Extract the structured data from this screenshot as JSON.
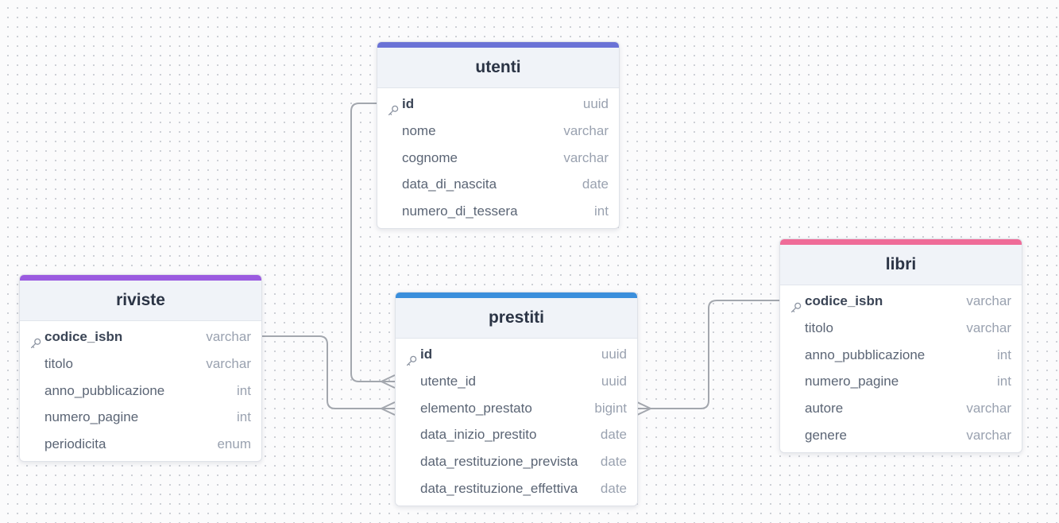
{
  "tables": {
    "utenti": {
      "name": "utenti",
      "color": "#6a72d6",
      "fields": [
        {
          "name": "id",
          "type": "uuid",
          "pk": true
        },
        {
          "name": "nome",
          "type": "varchar"
        },
        {
          "name": "cognome",
          "type": "varchar"
        },
        {
          "name": "data_di_nascita",
          "type": "date"
        },
        {
          "name": "numero_di_tessera",
          "type": "int"
        }
      ]
    },
    "riviste": {
      "name": "riviste",
      "color": "#9b5be0",
      "fields": [
        {
          "name": "codice_isbn",
          "type": "varchar",
          "pk": true
        },
        {
          "name": "titolo",
          "type": "varchar"
        },
        {
          "name": "anno_pubblicazione",
          "type": "int"
        },
        {
          "name": "numero_pagine",
          "type": "int"
        },
        {
          "name": "periodicita",
          "type": "enum"
        }
      ]
    },
    "prestiti": {
      "name": "prestiti",
      "color": "#3b8fdc",
      "fields": [
        {
          "name": "id",
          "type": "uuid",
          "pk": true
        },
        {
          "name": "utente_id",
          "type": "uuid"
        },
        {
          "name": "elemento_prestato",
          "type": "bigint"
        },
        {
          "name": "data_inizio_prestito",
          "type": "date"
        },
        {
          "name": "data_restituzione_prevista",
          "type": "date"
        },
        {
          "name": "data_restituzione_effettiva",
          "type": "date"
        }
      ]
    },
    "libri": {
      "name": "libri",
      "color": "#ef6b98",
      "fields": [
        {
          "name": "codice_isbn",
          "type": "varchar",
          "pk": true
        },
        {
          "name": "titolo",
          "type": "varchar"
        },
        {
          "name": "anno_pubblicazione",
          "type": "int"
        },
        {
          "name": "numero_pagine",
          "type": "int"
        },
        {
          "name": "autore",
          "type": "varchar"
        },
        {
          "name": "genere",
          "type": "varchar"
        }
      ]
    }
  },
  "relations": [
    {
      "from": "utenti.id",
      "to": "prestiti.utente_id",
      "cardinality": "one-to-many"
    },
    {
      "from": "riviste.codice_isbn",
      "to": "prestiti.elemento_prestato",
      "cardinality": "one-to-many"
    },
    {
      "from": "libri.codice_isbn",
      "to": "prestiti.elemento_prestato",
      "cardinality": "one-to-many"
    }
  ],
  "colors": {
    "edge": "#a3a7ae",
    "grid_dot": "#c9ccd3",
    "key_icon": "#8b93a1"
  }
}
